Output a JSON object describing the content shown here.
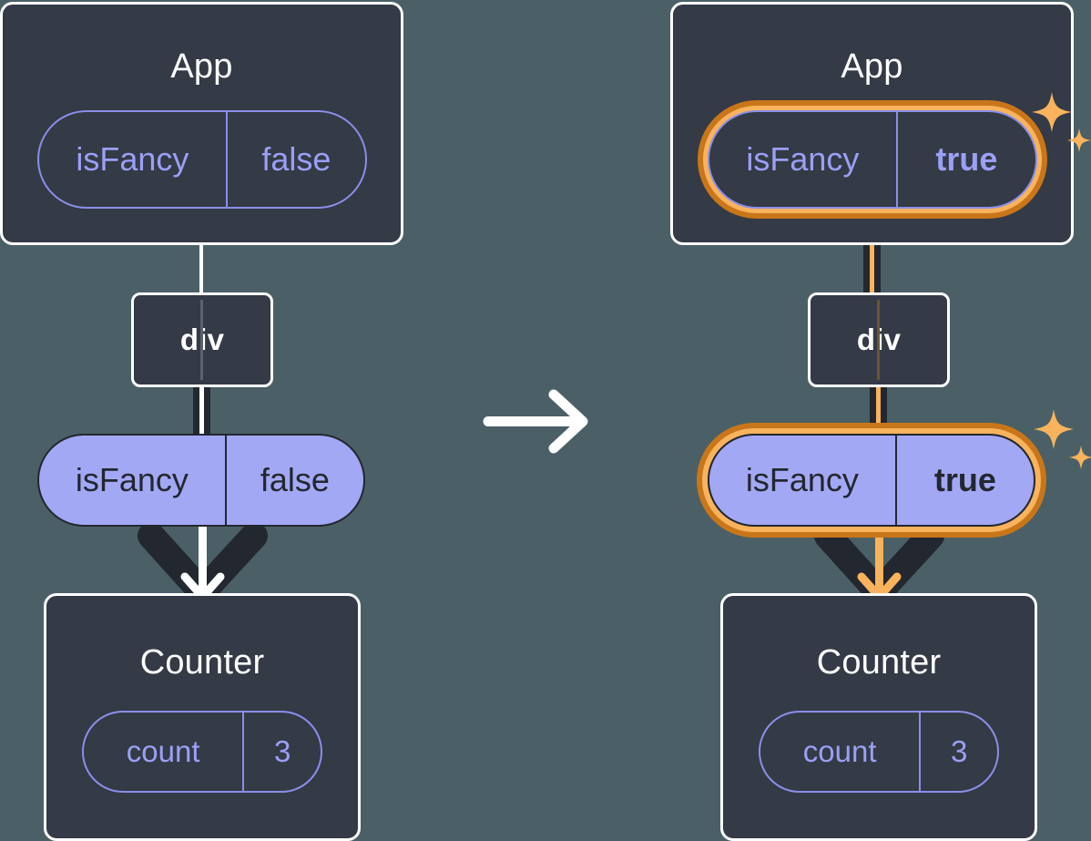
{
  "diagram": {
    "title": "React state propagation before and after toggling isFancy",
    "transition_icon": "arrow-right-icon",
    "colors": {
      "background": "#4a6066",
      "box_fill": "#343a46",
      "box_border": "#ffffff",
      "pill_outline": "#8a8fe8",
      "pill_text_light": "#9aa0f5",
      "pill_filled": "#a3a8f5",
      "pill_text_dark": "#23272f",
      "highlight_outer": "#c9761a",
      "highlight_inner": "#f8b35c",
      "sparkle": "#f8b35c",
      "arrow_dark": "#23272f",
      "arrow_light": "#ffffff"
    }
  },
  "panels": [
    {
      "id": "before",
      "highlighted": false,
      "app": {
        "title": "App",
        "state": {
          "name": "isFancy",
          "value": "false",
          "bold_value": false
        }
      },
      "div": {
        "title": "div"
      },
      "props": {
        "name": "isFancy",
        "value": "false",
        "bold_value": false
      },
      "counter": {
        "title": "Counter",
        "state": {
          "name": "count",
          "value": "3",
          "bold_value": false
        }
      }
    },
    {
      "id": "after",
      "highlighted": true,
      "app": {
        "title": "App",
        "state": {
          "name": "isFancy",
          "value": "true",
          "bold_value": true
        }
      },
      "div": {
        "title": "div"
      },
      "props": {
        "name": "isFancy",
        "value": "true",
        "bold_value": true
      },
      "counter": {
        "title": "Counter",
        "state": {
          "name": "count",
          "value": "3",
          "bold_value": false
        }
      }
    }
  ]
}
